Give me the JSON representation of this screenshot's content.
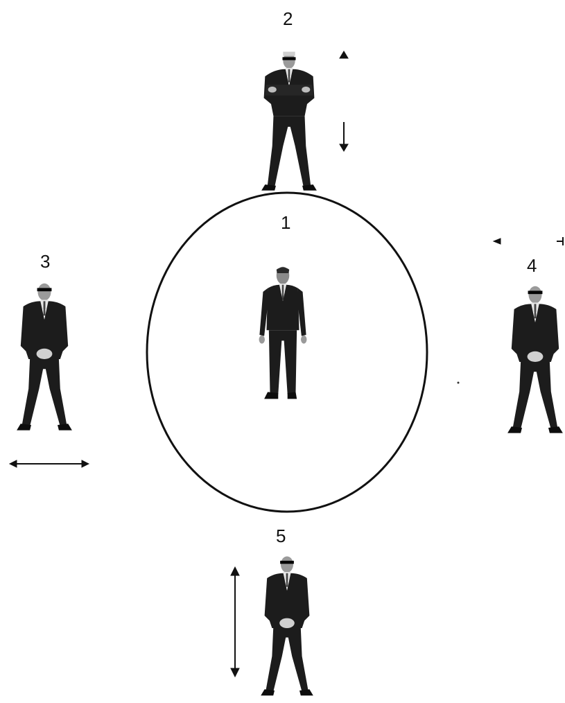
{
  "diagram": {
    "center_label": "1",
    "positions": [
      {
        "label": "2",
        "role": "guard",
        "pose": "arms-crossed",
        "arrow": "vertical"
      },
      {
        "label": "3",
        "role": "guard",
        "pose": "hands-clasped",
        "arrow": "horizontal"
      },
      {
        "label": "4",
        "role": "guard",
        "pose": "hands-clasped",
        "arrow": "horizontal-partial"
      },
      {
        "label": "5",
        "role": "guard",
        "pose": "hands-clasped",
        "arrow": "vertical"
      }
    ],
    "colors": {
      "suit": "#1c1c1c",
      "skin": "#9a9a9a",
      "glasses": "#050505",
      "shirt": "#e6e6e6",
      "outline": "#111111"
    }
  }
}
